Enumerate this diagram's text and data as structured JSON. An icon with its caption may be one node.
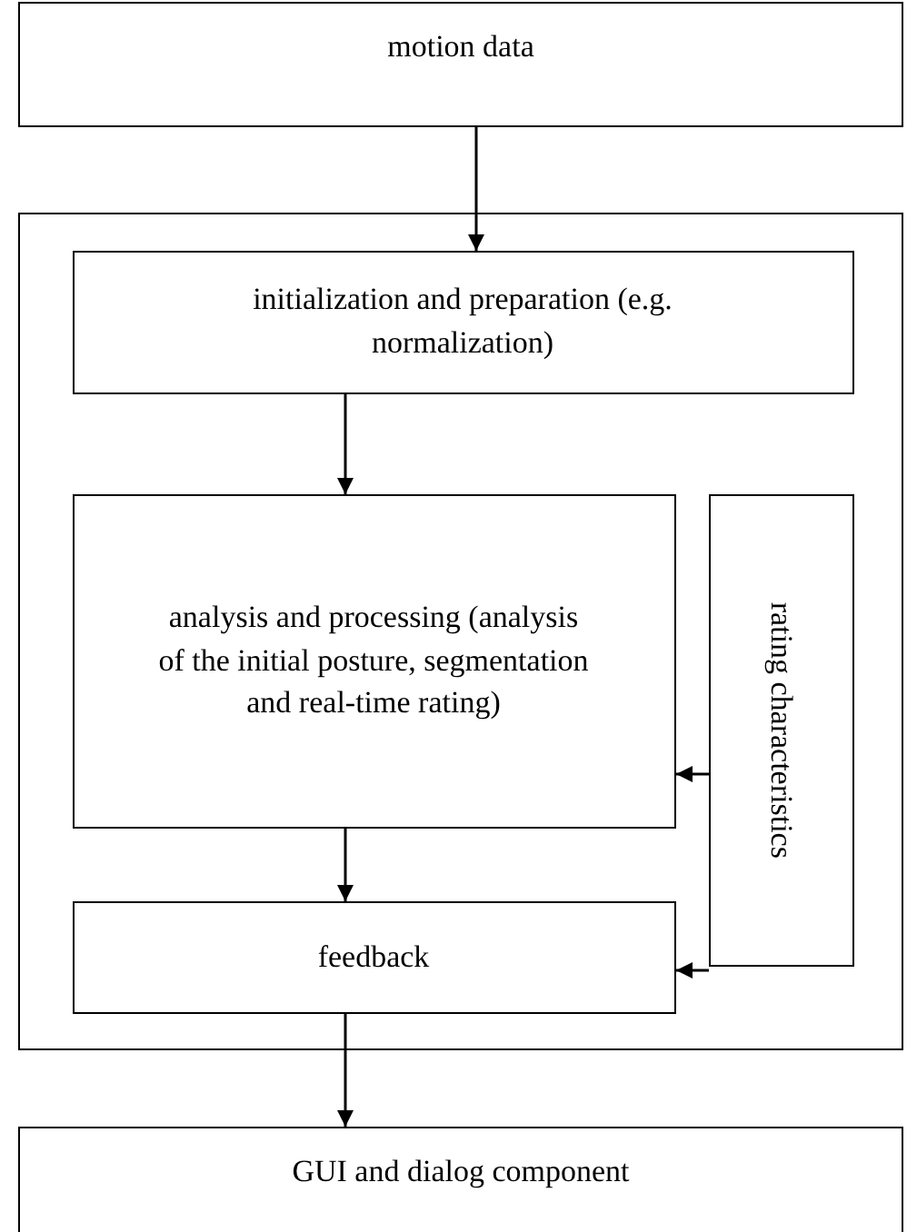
{
  "diagram": {
    "nodes": [
      {
        "text": [
          "motion data"
        ]
      },
      {
        "text": [],
        "shape": "box"
      },
      {
        "text": [
          "initialization and preparation (e.g. normalization)"
        ],
        "in": 1
      },
      {
        "text": [
          "analysis and processing (analysis of the initial posture, segmentation and real-time rating)"
        ],
        "in": 1
      },
      {
        "text": [
          "rating characteristics"
        ],
        "in": 1
      },
      {
        "text": [
          "feedback"
        ],
        "in": 1
      },
      {
        "text": [
          "GUI and dialog component"
        ]
      }
    ],
    "edges": [
      {
        "from": 0,
        "to": 2,
        "arrow": "to"
      },
      {
        "from": 2,
        "to": 3,
        "arrow": "to"
      },
      {
        "from": 4,
        "to": 3,
        "arrow": "to"
      },
      {
        "from": 3,
        "to": 5,
        "arrow": "to"
      },
      {
        "from": 4,
        "to": 5,
        "arrow": "to"
      },
      {
        "from": 5,
        "to": 6,
        "arrow": "to"
      }
    ]
  }
}
